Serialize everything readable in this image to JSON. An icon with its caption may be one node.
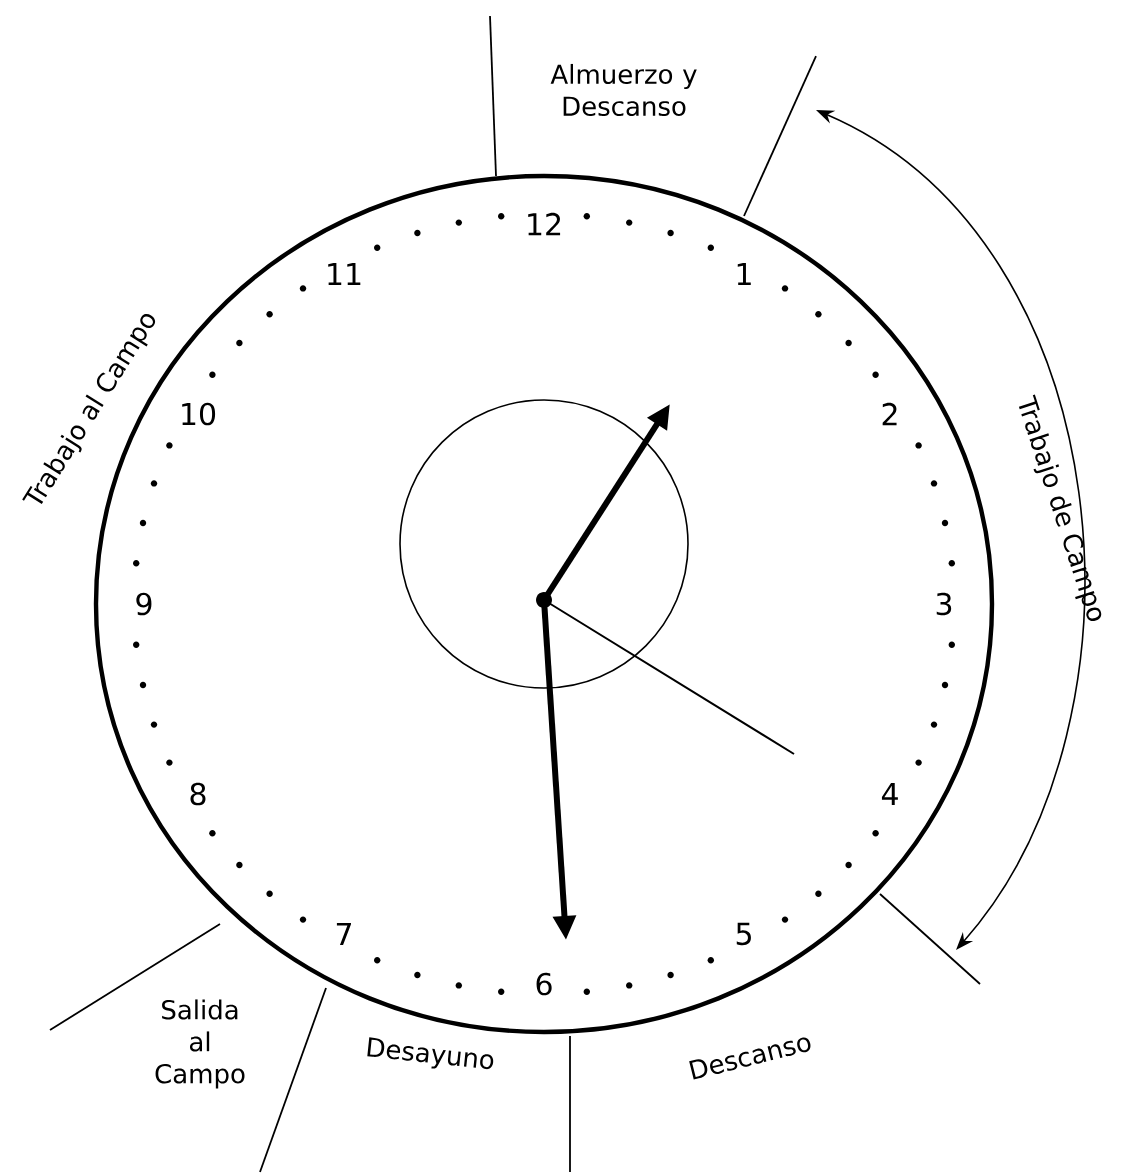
{
  "diagram": {
    "labels": [
      "Almuerzo y Descanso",
      "Trabajo al Campo",
      "Trabajo de Campo",
      "12",
      "1",
      "2",
      "3",
      "4",
      "5",
      "6",
      "7",
      "8",
      "9",
      "10",
      "11",
      "Salida al Campo",
      "Desayuno",
      "Descanso"
    ]
  }
}
